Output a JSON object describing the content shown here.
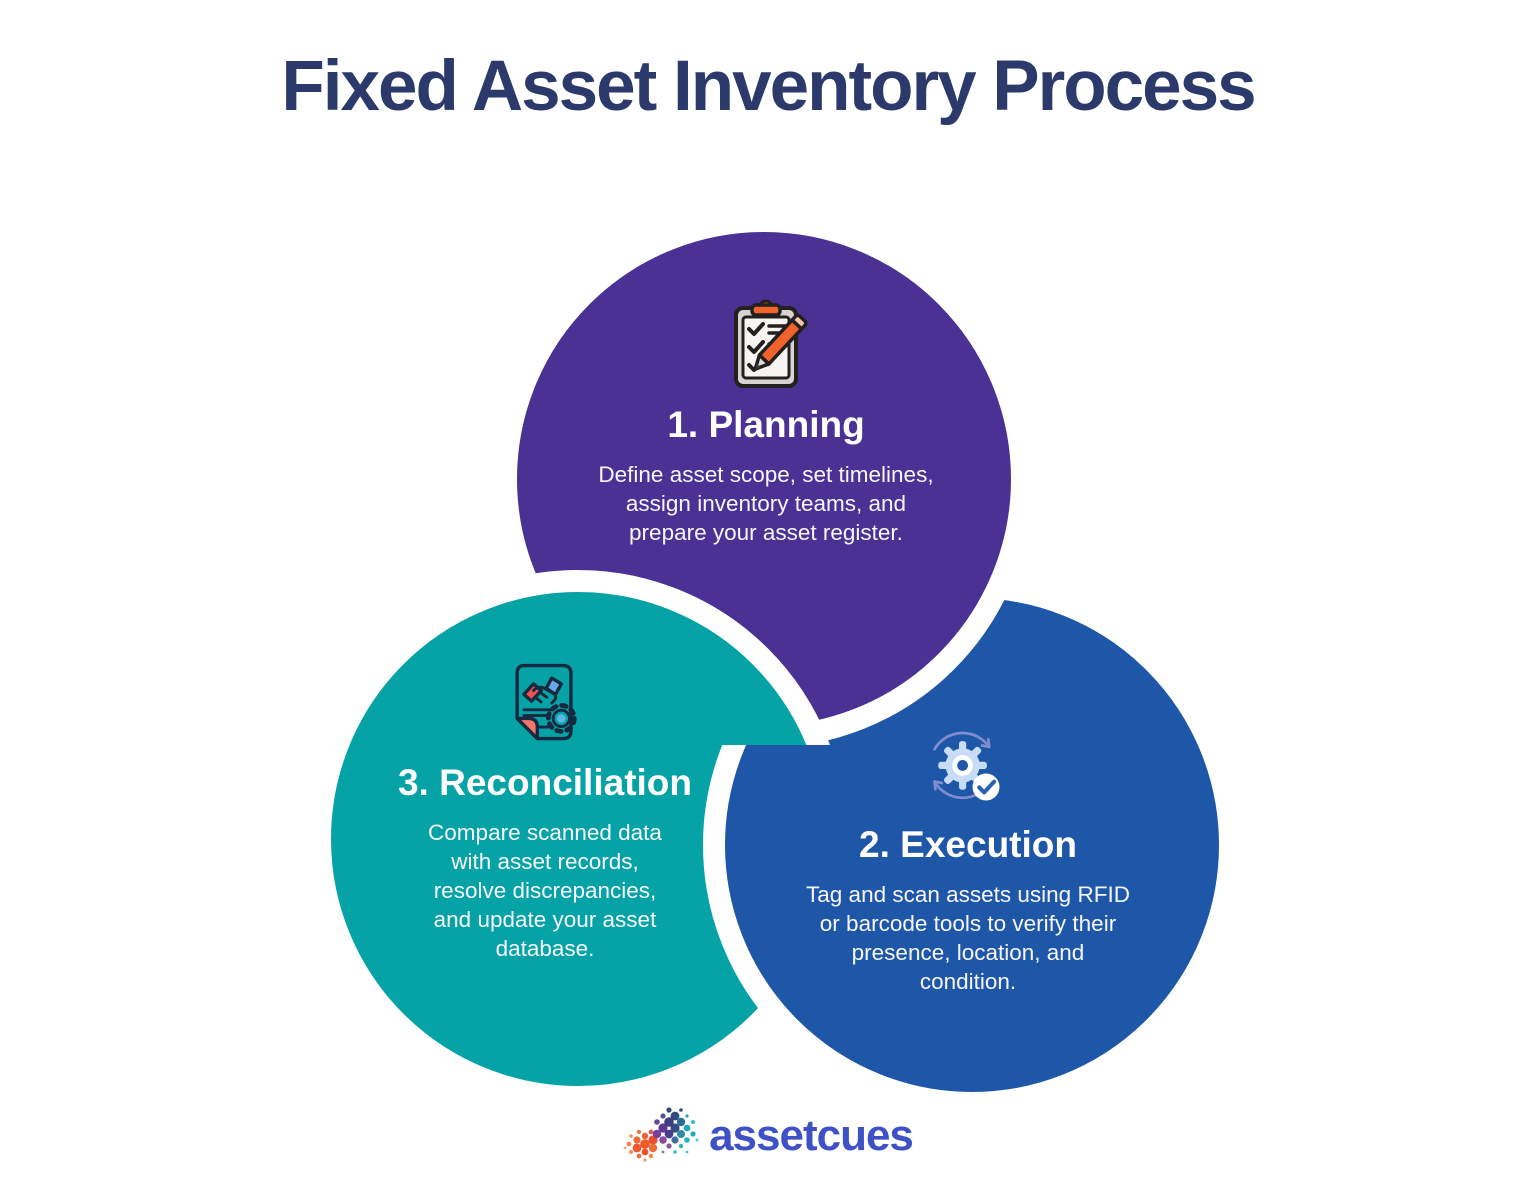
{
  "title": "Fixed Asset Inventory Process",
  "steps": [
    {
      "id": "planning",
      "heading": "1. Planning",
      "body": "Define asset scope, set timelines,\nassign inventory teams, and\nprepare your asset register.",
      "circle_color": "#4a3193",
      "icon": "clipboard-checklist-icon"
    },
    {
      "id": "execution",
      "heading": "2. Execution",
      "body": "Tag and scan assets using RFID\nor barcode tools to verify their\npresence, location, and\ncondition.",
      "circle_color": "#1f57a8",
      "icon": "gear-sync-check-icon"
    },
    {
      "id": "reconciliation",
      "heading": "3. Reconciliation",
      "body": "Compare scanned data\nwith asset records,\nresolve discrepancies,\nand update your asset\ndatabase.",
      "circle_color": "#06a3a6",
      "icon": "document-handshake-gear-icon"
    }
  ],
  "footer_logo": {
    "text": "assetcues",
    "text_color": "#3e51c6"
  },
  "palette": {
    "background": "#ffffff",
    "title_text": "#2b3a6b",
    "circle_divider": "#ffffff",
    "planning_purple": "#4a3193",
    "execution_blue": "#1f57a8",
    "reconciliation_teal": "#06a3a6",
    "icon_orange": "#f2622d",
    "icon_coral": "#ef5350",
    "icon_sky_blue": "#5db4e8",
    "icon_pale_blue": "#c9dcf5",
    "logo_blue": "#3e51c6"
  }
}
